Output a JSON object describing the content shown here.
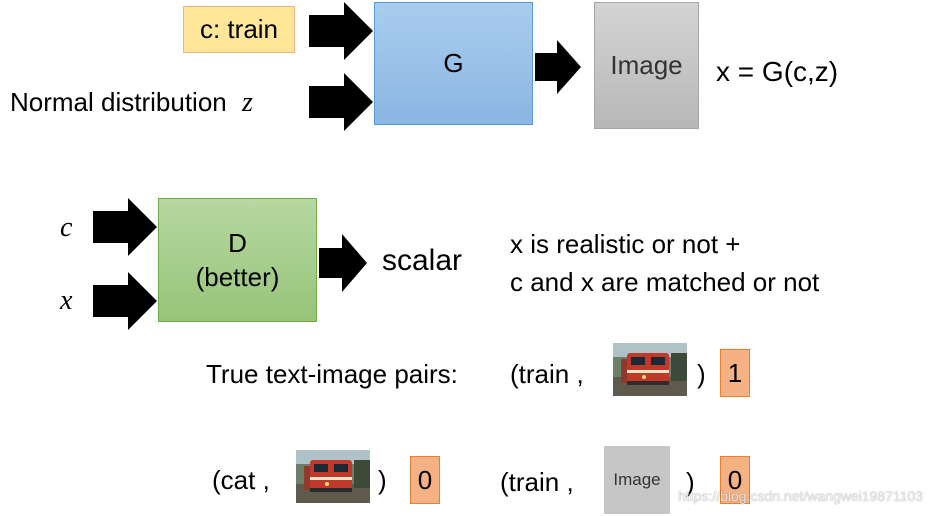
{
  "top": {
    "condition_label": "c: train",
    "noise_label": "Normal distribution",
    "noise_var": "z",
    "generator_label": "G",
    "output_label": "Image",
    "equation": "x = G(c,z)"
  },
  "middle": {
    "input_c": "c",
    "input_x": "x",
    "discriminator_line1": "D",
    "discriminator_line2": "(better)",
    "output_label": "scalar",
    "description_line1": "x is realistic or not +",
    "description_line2": "c and x are matched or not"
  },
  "pairs": {
    "true_label": "True text-image pairs:",
    "true_open": "(train ,",
    "true_close": ")",
    "true_score": "1",
    "fake1_open": "(cat ,",
    "fake1_close": ")",
    "fake1_score": "0",
    "fake2_open": "(train ,",
    "fake2_image_label": "Image",
    "fake2_close": ")",
    "fake2_score": "0"
  },
  "watermark": "https://blog.csdn.net/wangwei19871103",
  "colors": {
    "condition_fill": "#FFE699",
    "condition_border": "#F4B183",
    "generator_fill": "#9DC3E6",
    "generator_border": "#5B9BD5",
    "image_fill": "#BFBFBF",
    "discriminator_fill": "#A9D18E",
    "discriminator_border": "#70AD47",
    "score_fill": "#F4B183",
    "score_border": "#ED7D31"
  }
}
